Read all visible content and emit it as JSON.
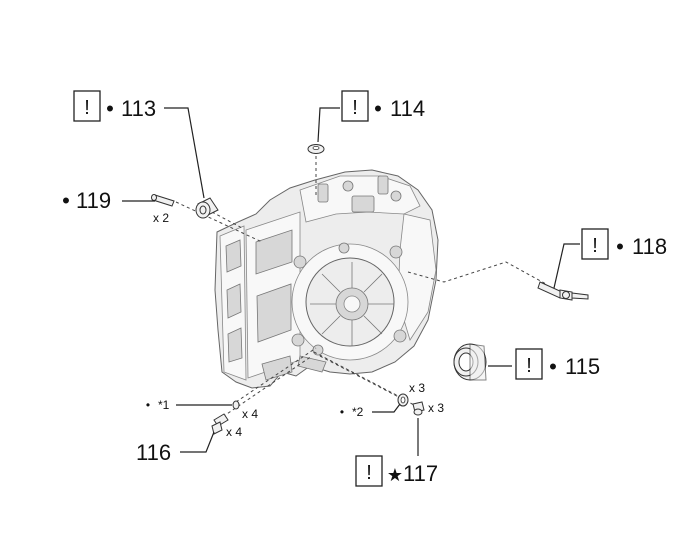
{
  "callouts": {
    "p113": {
      "mark": "!",
      "bullet": "•",
      "number": "113"
    },
    "p114": {
      "mark": "!",
      "bullet": "•",
      "number": "114"
    },
    "p115": {
      "mark": "!",
      "bullet": "•",
      "number": "115"
    },
    "p116": {
      "number": "116"
    },
    "p117": {
      "mark": "!",
      "bullet": "★",
      "number": "117"
    },
    "p118": {
      "mark": "!",
      "bullet": "•",
      "number": "118"
    },
    "p119": {
      "bullet": "•",
      "number": "119"
    }
  },
  "notes": {
    "star1": {
      "bullet": "•",
      "text": "*1"
    },
    "star2": {
      "bullet": "•",
      "text": "*2"
    }
  },
  "quantities": {
    "q119": "x 2",
    "q_ring1": "x 4",
    "q_plug116": "x 4",
    "q_ring2": "x 3",
    "q_plug117": "x 3"
  }
}
